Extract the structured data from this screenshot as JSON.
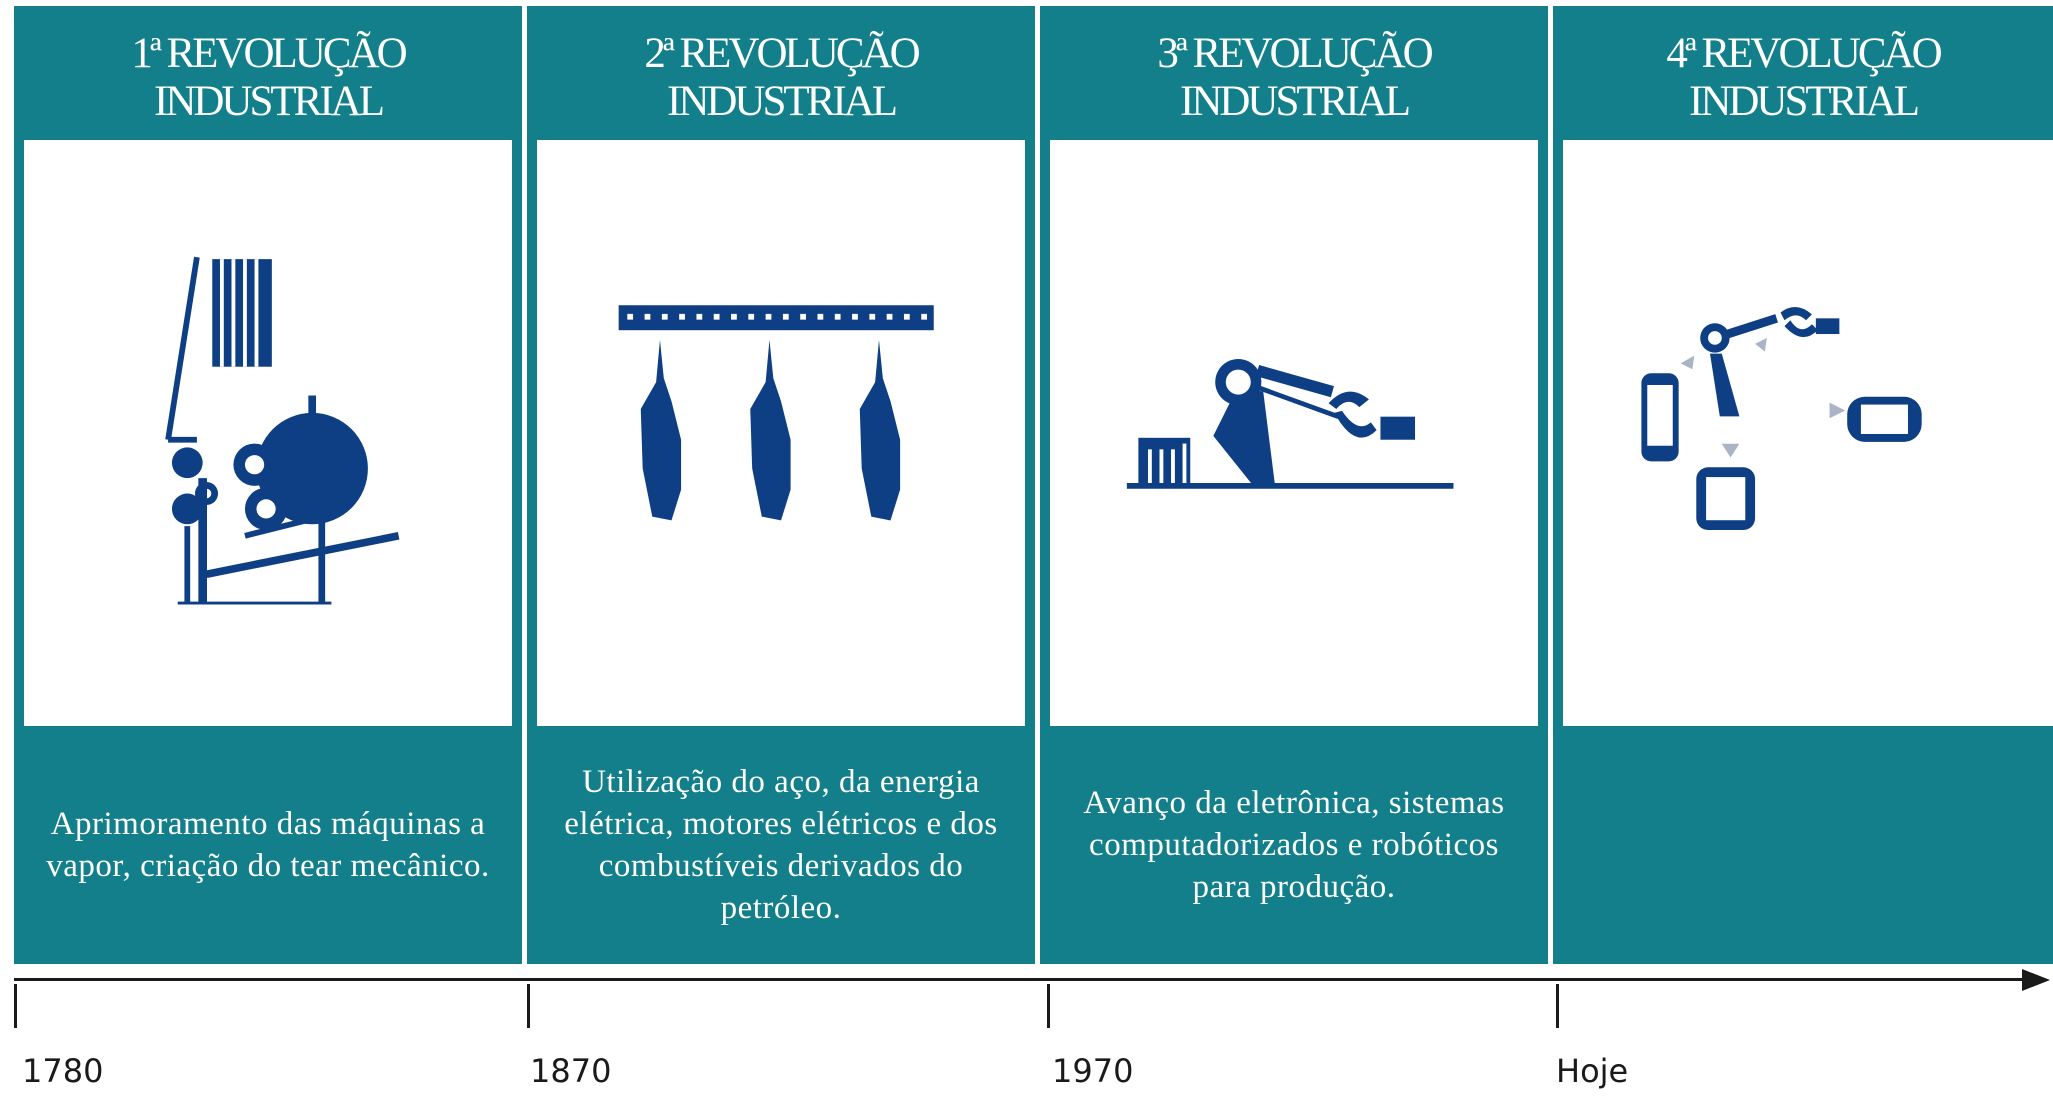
{
  "colors": {
    "teal": "#127f8b",
    "icon_blue": "#0e3f84",
    "axis": "#1a1a1a"
  },
  "panels": [
    {
      "title_line1": "1ª REVOLUÇÃO",
      "title_line2": "INDUSTRIAL",
      "icon": "steam-loom-icon",
      "description": "Aprimoramento das máquinas a vapor, criação do tear mecânico."
    },
    {
      "title_line1": "2ª REVOLUÇÃO",
      "title_line2": "INDUSTRIAL",
      "icon": "assembly-line-icon",
      "description": "Utilização do aço, da energia elétrica, motores elétricos e dos combustíveis derivados do petróleo."
    },
    {
      "title_line1": "3ª REVOLUÇÃO",
      "title_line2": "INDUSTRIAL",
      "icon": "robotic-arm-icon",
      "description": "Avanço da eletrônica, sistemas computadorizados e robóticos para produção."
    },
    {
      "title_line1": "4ª REVOLUÇÃO",
      "title_line2": "INDUSTRIAL",
      "icon": "connected-devices-icon",
      "description": ""
    }
  ],
  "timeline": {
    "labels": [
      "1780",
      "1870",
      "1970",
      "Hoje"
    ]
  }
}
